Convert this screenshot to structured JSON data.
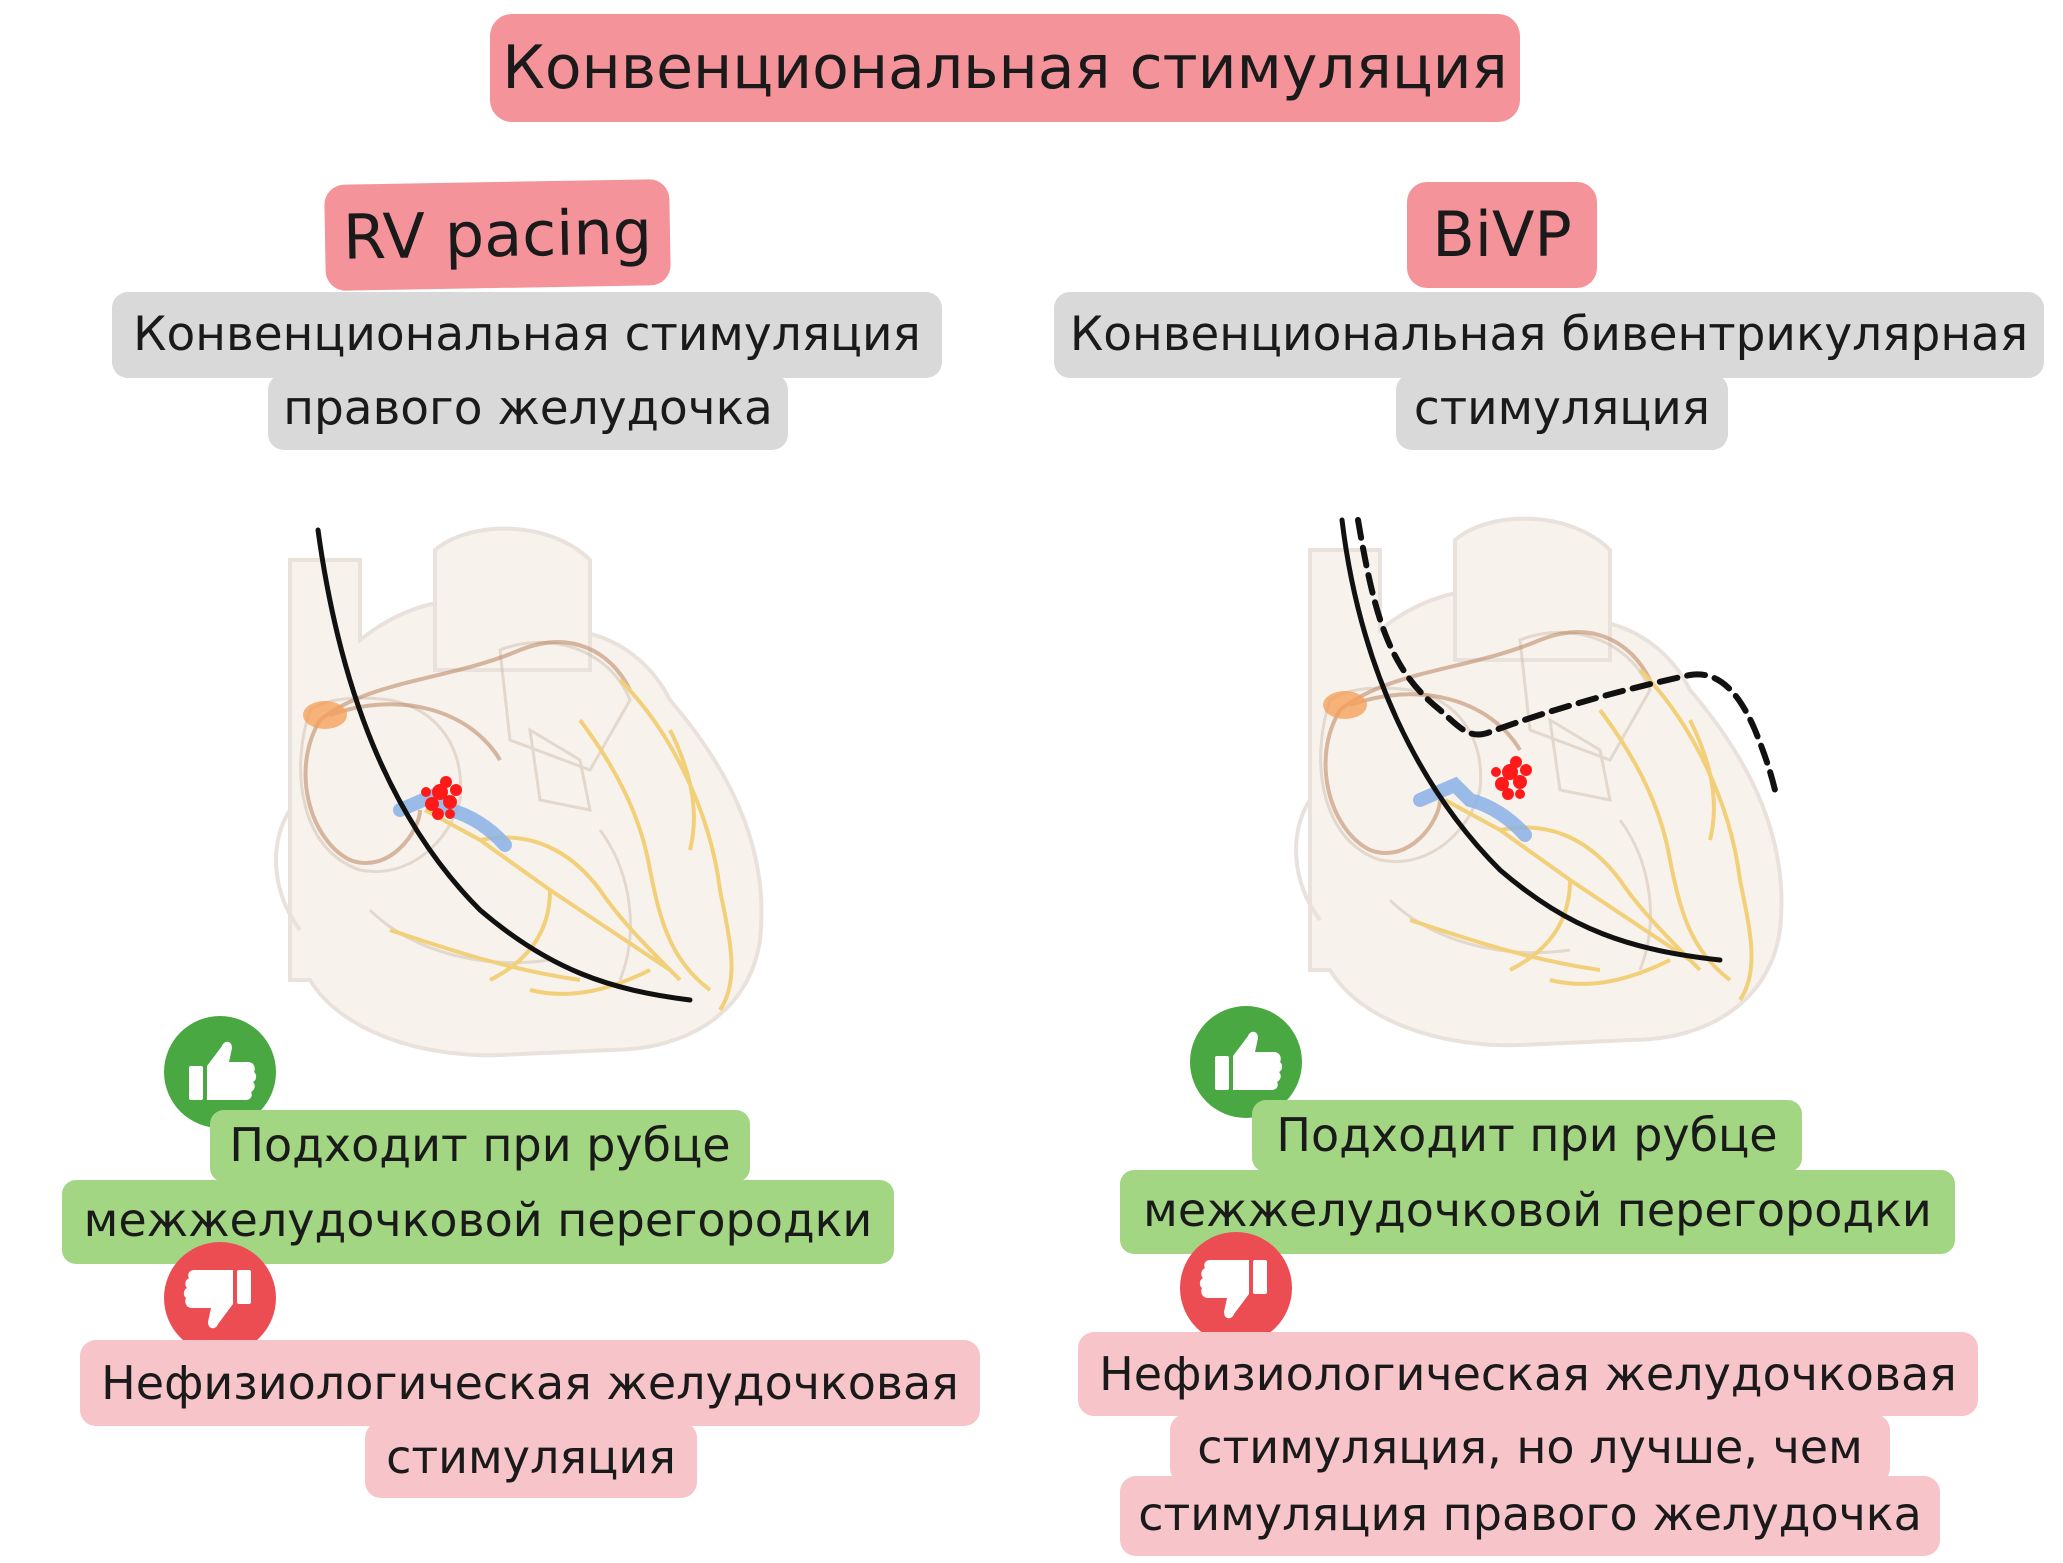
{
  "title": "Конвенциональная стимуляция",
  "panels": [
    {
      "id": "rv",
      "heading": "RV pacing",
      "description": [
        "Конвенциональная стимуляция",
        "правого желудочка"
      ],
      "pro": [
        "Подходит при рубце",
        "межжелудочковой перегородки"
      ],
      "con": [
        "Нефизиологическая желудочковая",
        "стимуляция"
      ]
    },
    {
      "id": "bivp",
      "heading": "BiVP",
      "description": [
        "Конвенциональная бивентрикулярная",
        "стимуляция"
      ],
      "pro": [
        "Подходит при рубце",
        "межжелудочковой перегородки"
      ],
      "con": [
        "Нефизиологическая желудочковая",
        "стимуляция, но лучше, чем",
        "стимуляция правого желудочка"
      ]
    }
  ],
  "icons": {
    "pro": "thumbs-up-icon",
    "con": "thumbs-down-icon"
  },
  "colors": {
    "title_bg": "#f4939a",
    "description_bg": "#d9d9d9",
    "pro_bg": "#a3d683",
    "con_bg": "#f7c4c9",
    "thumbs_up": "#4aa843",
    "thumbs_down": "#ec4d53",
    "conduction": "#f2d07a",
    "av_node": "#ff1a1a",
    "sa_node": "#f5a15c",
    "his_bundle": "#8ab1e8",
    "lead": "#111111"
  }
}
